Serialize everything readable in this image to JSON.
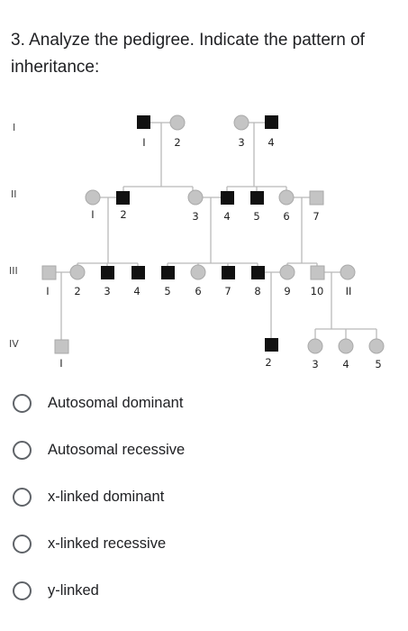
{
  "question": {
    "text": "3. Analyze the pedigree. Indicate the pattern of inheritance:"
  },
  "pedigree": {
    "generations": [
      "I",
      "II",
      "III",
      "IV"
    ],
    "gen1": [
      "I",
      "2",
      "3",
      "4"
    ],
    "gen2": [
      "I",
      "2",
      "3",
      "4",
      "5",
      "6",
      "7"
    ],
    "gen3": [
      "I",
      "2",
      "3",
      "4",
      "5",
      "6",
      "7",
      "8",
      "9",
      "10",
      "II"
    ],
    "gen4": [
      "I",
      "2",
      "3",
      "4",
      "5"
    ],
    "colors": {
      "affected": "#111111",
      "unaffected": "#c4c4c4",
      "line": "#b9b9b9"
    }
  },
  "options": [
    {
      "label": "Autosomal dominant"
    },
    {
      "label": "Autosomal recessive"
    },
    {
      "label": "x-linked dominant"
    },
    {
      "label": "x-linked recessive"
    },
    {
      "label": "y-linked"
    }
  ]
}
